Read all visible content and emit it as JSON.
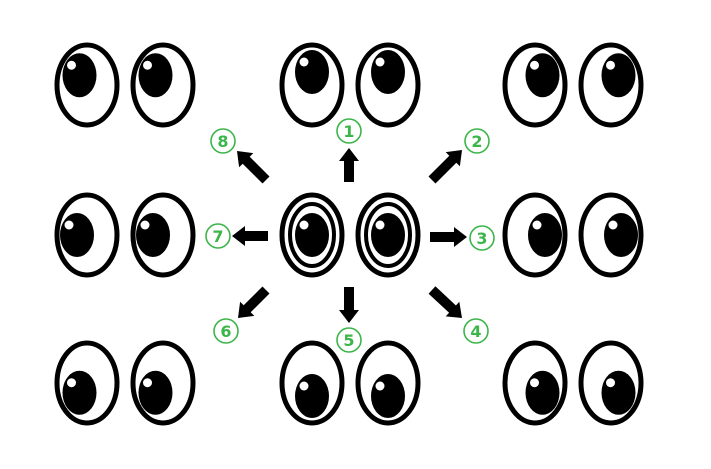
{
  "colors": {
    "background": "#ffffff",
    "ink": "#000000",
    "label": "#3cb54a"
  },
  "center_pair": {
    "name": "eyes-looking-straight",
    "gaze": "center"
  },
  "directions": [
    {
      "number": "1",
      "gaze": "up"
    },
    {
      "number": "2",
      "gaze": "up-right"
    },
    {
      "number": "3",
      "gaze": "right"
    },
    {
      "number": "4",
      "gaze": "down-right"
    },
    {
      "number": "5",
      "gaze": "down"
    },
    {
      "number": "6",
      "gaze": "down-left"
    },
    {
      "number": "7",
      "gaze": "left"
    },
    {
      "number": "8",
      "gaze": "up-left"
    }
  ]
}
